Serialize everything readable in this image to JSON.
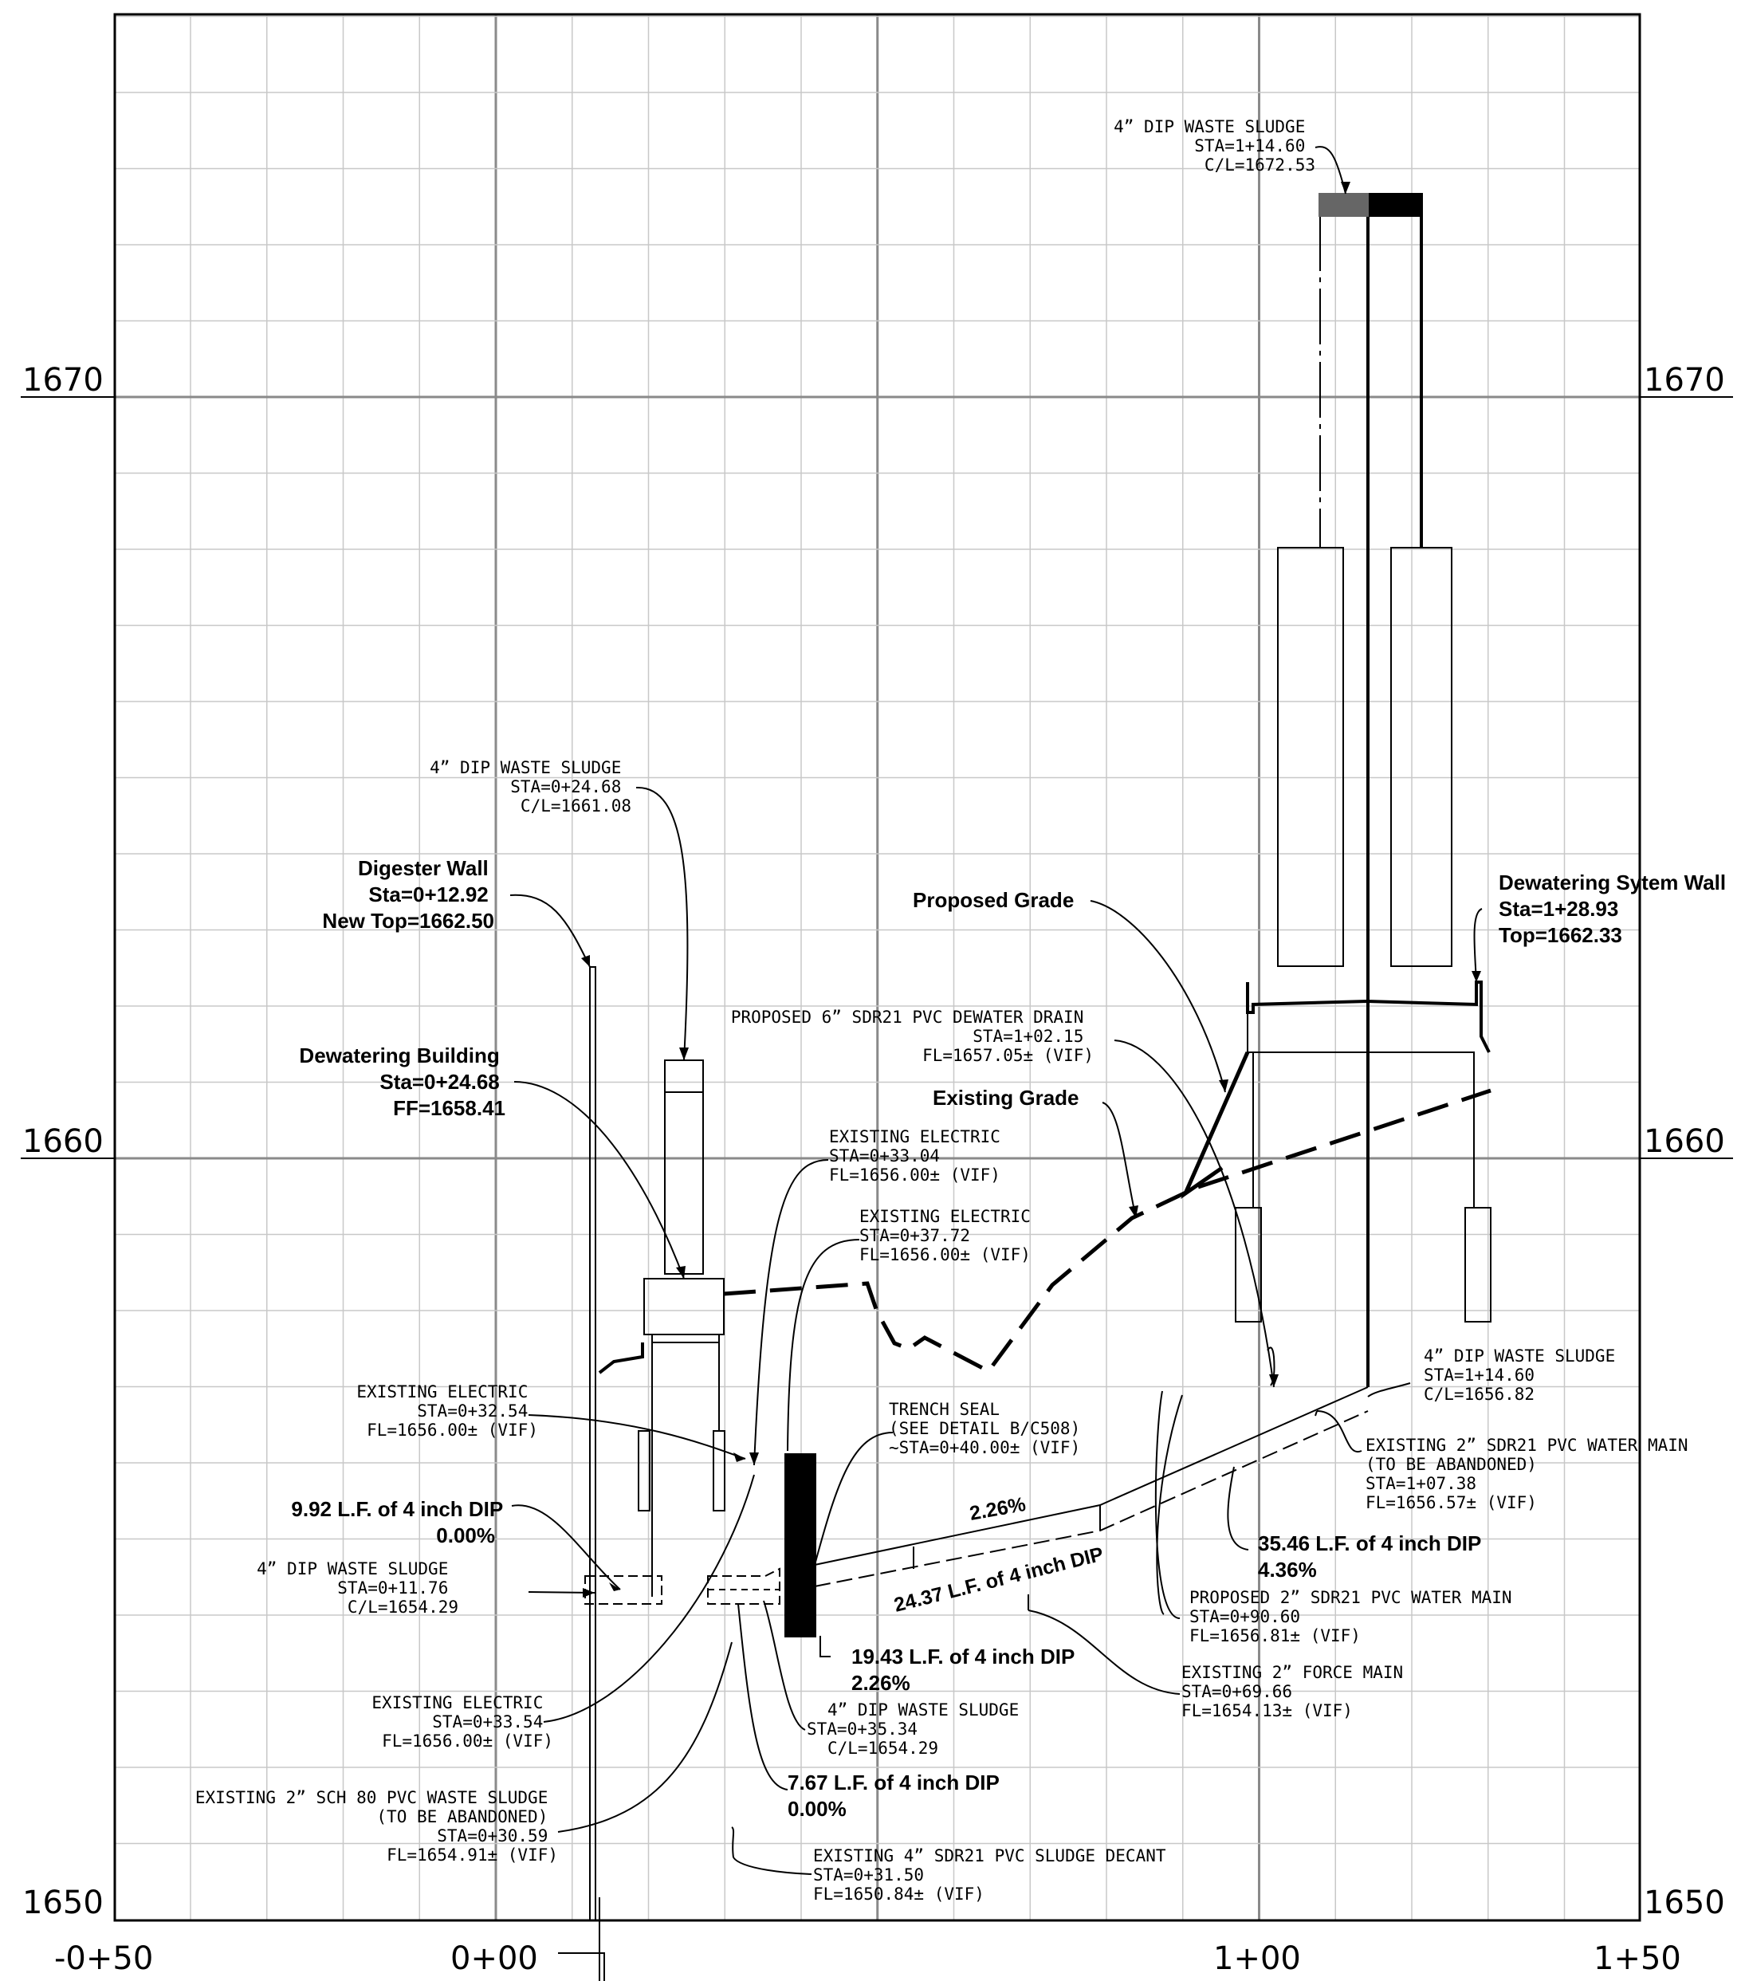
{
  "axes": {
    "elevations": [
      "1670",
      "1660",
      "1650"
    ],
    "stations": [
      "-0+50",
      "0+00",
      "1+00",
      "1+50"
    ]
  },
  "callouts": {
    "ws_top": [
      "4” DIP WASTE SLUDGE",
      "STA=1+14.60",
      "C/L=1672.53"
    ],
    "ws_mid": [
      "4” DIP WASTE SLUDGE",
      "STA=0+24.68",
      "C/L=1661.08"
    ],
    "digester": [
      "Digester Wall",
      "Sta=0+12.92",
      "New Top=1662.50"
    ],
    "dewater_bldg": [
      "Dewatering Building",
      "Sta=0+24.68",
      "FF=1658.41"
    ],
    "proposed_grade": "Proposed Grade",
    "existing_grade": "Existing Grade",
    "dewater_wall": [
      "Dewatering Sytem Wall",
      "Sta=1+28.93",
      "Top=1662.33"
    ],
    "drain": [
      "PROPOSED 6” SDR21 PVC DEWATER DRAIN",
      "STA=1+02.15",
      "FL=1657.05± (VIF)"
    ],
    "elec_3304": [
      "EXISTING ELECTRIC",
      "STA=0+33.04",
      "FL=1656.00± (VIF)"
    ],
    "elec_3772": [
      "EXISTING ELECTRIC",
      "STA=0+37.72",
      "FL=1656.00± (VIF)"
    ],
    "elec_3254": [
      "EXISTING ELECTRIC",
      "STA=0+32.54",
      "FL=1656.00± (VIF)"
    ],
    "trench": [
      "TRENCH SEAL",
      "(SEE DETAIL B/C508)",
      "~STA=0+40.00± (VIF)"
    ],
    "ws_1460": [
      "4” DIP WASTE SLUDGE",
      "STA=1+14.60",
      "C/L=1656.82"
    ],
    "water_main_ex": [
      "EXISTING 2” SDR21 PVC WATER MAIN",
      "(TO BE ABANDONED)",
      "STA=1+07.38",
      "FL=1656.57± (VIF)"
    ],
    "pipe_992": [
      "9.92 L.F. of 4 inch DIP",
      "0.00%"
    ],
    "ws_1176": [
      "4” DIP WASTE SLUDGE",
      "STA=0+11.76",
      "C/L=1654.29"
    ],
    "pipe_3546": [
      "35.46 L.F. of 4 inch DIP",
      "4.36%"
    ],
    "water_main_prop": [
      "PROPOSED 2” SDR21 PVC WATER MAIN",
      "STA=0+90.60",
      "FL=1656.81± (VIF)"
    ],
    "pipe_1943": [
      "19.43 L.F. of 4 inch DIP",
      "2.26%"
    ],
    "force_main": [
      "EXISTING 2” FORCE MAIN",
      "STA=0+69.66",
      "FL=1654.13± (VIF)"
    ],
    "ws_3534": [
      "4” DIP WASTE SLUDGE",
      "STA=0+35.34",
      "C/L=1654.29"
    ],
    "elec_3354": [
      "EXISTING ELECTRIC",
      "STA=0+33.54",
      "FL=1656.00± (VIF)"
    ],
    "pipe_767": [
      "7.67 L.F. of 4 inch DIP",
      "0.00%"
    ],
    "sch80": [
      "EXISTING 2” SCH 80 PVC WASTE SLUDGE",
      "(TO BE ABANDONED)",
      "STA=0+30.59",
      "FL=1654.91± (VIF)"
    ],
    "decant": [
      "EXISTING 4” SDR21 PVC SLUDGE DECANT",
      "STA=0+31.50",
      "FL=1650.84± (VIF)"
    ]
  },
  "slope_labels": {
    "s_226": "2.26%",
    "s_2437": "24.37 L.F. of 4 inch DIP"
  },
  "colors": {
    "grid_minor": "#c8c8c8",
    "grid_major": "#8a8a8a",
    "ink": "#000000",
    "cap_gray": "#666666"
  }
}
